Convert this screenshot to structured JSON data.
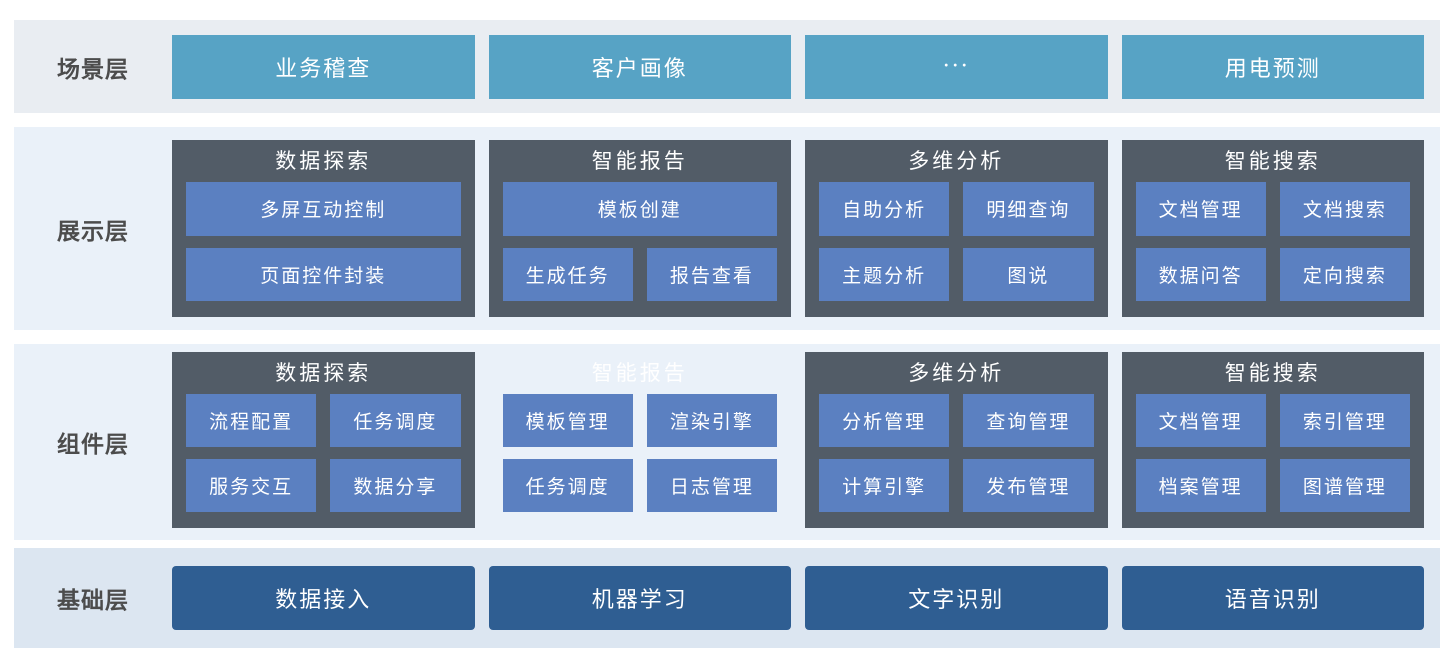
{
  "colors": {
    "scene_button": "#57a3c5",
    "group_box": "#525c67",
    "sub_button": "#5b80c1",
    "base_button": "#2f5e92",
    "band_scene_bg": "#e9edf2",
    "band_display_bg": "#eaf1f9",
    "band_component_bg": "#eaf1f9",
    "band_base_bg": "#dce6f1",
    "label_text": "#4c4c4c",
    "button_text": "#ffffff"
  },
  "layers": {
    "scene": {
      "label": "场景层",
      "items": [
        "业务稽查",
        "客户画像",
        "···",
        "用电预测"
      ]
    },
    "display": {
      "label": "展示层",
      "groups": [
        {
          "title": "数据探索",
          "items": [
            "多屏互动控制",
            "页面控件封装"
          ]
        },
        {
          "title": "智能报告",
          "items": [
            "模板创建",
            "生成任务",
            "报告查看"
          ]
        },
        {
          "title": "多维分析",
          "items": [
            "自助分析",
            "明细查询",
            "主题分析",
            "图说"
          ]
        },
        {
          "title": "智能搜索",
          "items": [
            "文档管理",
            "文档搜索",
            "数据问答",
            "定向搜索"
          ]
        }
      ]
    },
    "component": {
      "label": "组件层",
      "groups": [
        {
          "title": "数据探索",
          "items": [
            "流程配置",
            "任务调度",
            "服务交互",
            "数据分享"
          ]
        },
        {
          "title": "智能报告",
          "items": [
            "模板管理",
            "渲染引擎",
            "任务调度",
            "日志管理"
          ]
        },
        {
          "title": "多维分析",
          "items": [
            "分析管理",
            "查询管理",
            "计算引擎",
            "发布管理"
          ]
        },
        {
          "title": "智能搜索",
          "items": [
            "文档管理",
            "索引管理",
            "档案管理",
            "图谱管理"
          ]
        }
      ]
    },
    "base": {
      "label": "基础层",
      "items": [
        "数据接入",
        "机器学习",
        "文字识别",
        "语音识别"
      ]
    }
  }
}
